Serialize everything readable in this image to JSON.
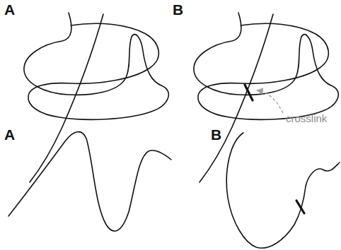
{
  "diagram": {
    "labels": [
      "A",
      "B",
      "crosslink",
      "A",
      "B"
    ]
  }
}
